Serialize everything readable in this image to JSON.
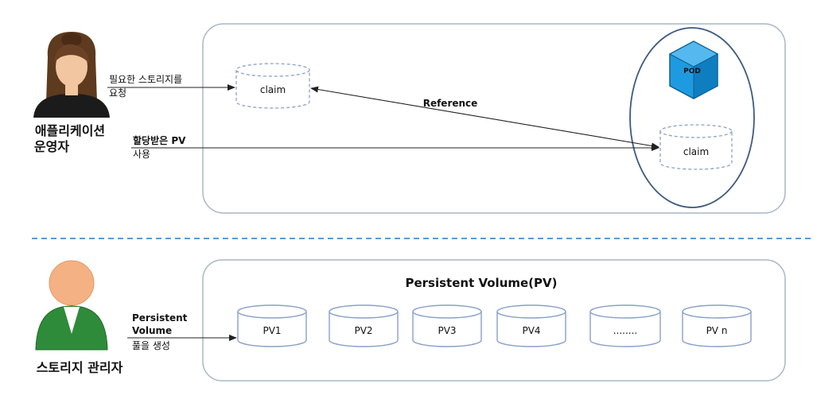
{
  "top": {
    "actor_label_line1": "애플리케이션",
    "actor_label_line2": "운영자",
    "request_line1": "필요한 스토리지를",
    "request_line2": "요청",
    "use_line1": "할당받은 PV",
    "use_line2": "사용",
    "claim_label": "claim",
    "pod_claim_label": "claim",
    "pod_label": "POD",
    "reference_label": "Reference"
  },
  "bottom": {
    "actor_label": "스토리지 관리자",
    "pool_title": "Persistent Volume(PV)",
    "create_line1": "Persistent",
    "create_line2": "Volume",
    "create_line3": "풀을 생성",
    "volumes": [
      "PV1",
      "PV2",
      "PV3",
      "PV4",
      "........",
      "PV n"
    ]
  },
  "colors": {
    "panel_stroke": "#a9b7c6",
    "pod_blue": "#1e9be0",
    "pod_edge": "#0c5f93",
    "divider": "#5b9bd5",
    "app_user_skin": "#f2c6a0",
    "app_user_hair": "#6b4226",
    "admin_suit": "#2e8b3a",
    "admin_head": "#f4b183"
  }
}
